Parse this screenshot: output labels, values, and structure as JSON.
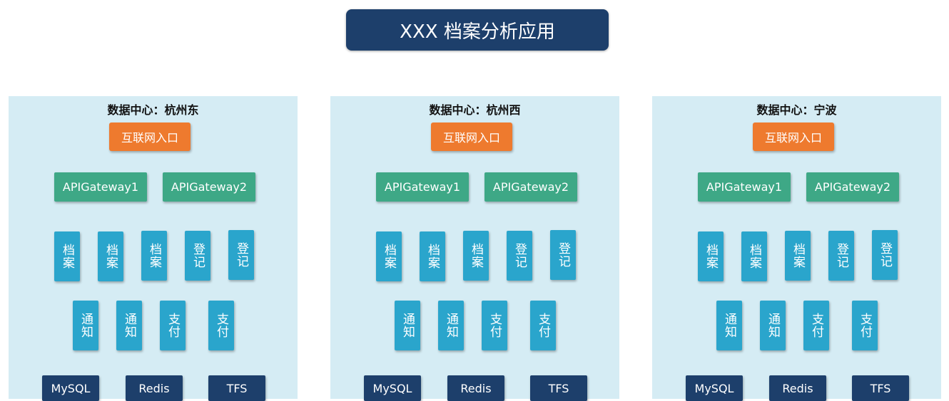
{
  "title": "XXX 档案分析应用",
  "datacenters": [
    {
      "label": "数据中心：杭州东",
      "entry": "互联网入口",
      "gateways": [
        "APIGateway1",
        "APIGateway2"
      ],
      "services_row1": [
        "档案",
        "档案",
        "档案",
        "登记",
        "登记"
      ],
      "services_row2": [
        "通知",
        "通知",
        "支付",
        "支付"
      ],
      "storage": [
        "MySQL",
        "Redis",
        "TFS"
      ]
    },
    {
      "label": "数据中心：杭州西",
      "entry": "互联网入口",
      "gateways": [
        "APIGateway1",
        "APIGateway2"
      ],
      "services_row1": [
        "档案",
        "档案",
        "档案",
        "登记",
        "登记"
      ],
      "services_row2": [
        "通知",
        "通知",
        "支付",
        "支付"
      ],
      "storage": [
        "MySQL",
        "Redis",
        "TFS"
      ]
    },
    {
      "label": "数据中心：宁波",
      "entry": "互联网入口",
      "gateways": [
        "APIGateway1",
        "APIGateway2"
      ],
      "services_row1": [
        "档案",
        "档案",
        "档案",
        "登记",
        "登记"
      ],
      "services_row2": [
        "通知",
        "通知",
        "支付",
        "支付"
      ],
      "storage": [
        "MySQL",
        "Redis",
        "TFS"
      ]
    }
  ]
}
